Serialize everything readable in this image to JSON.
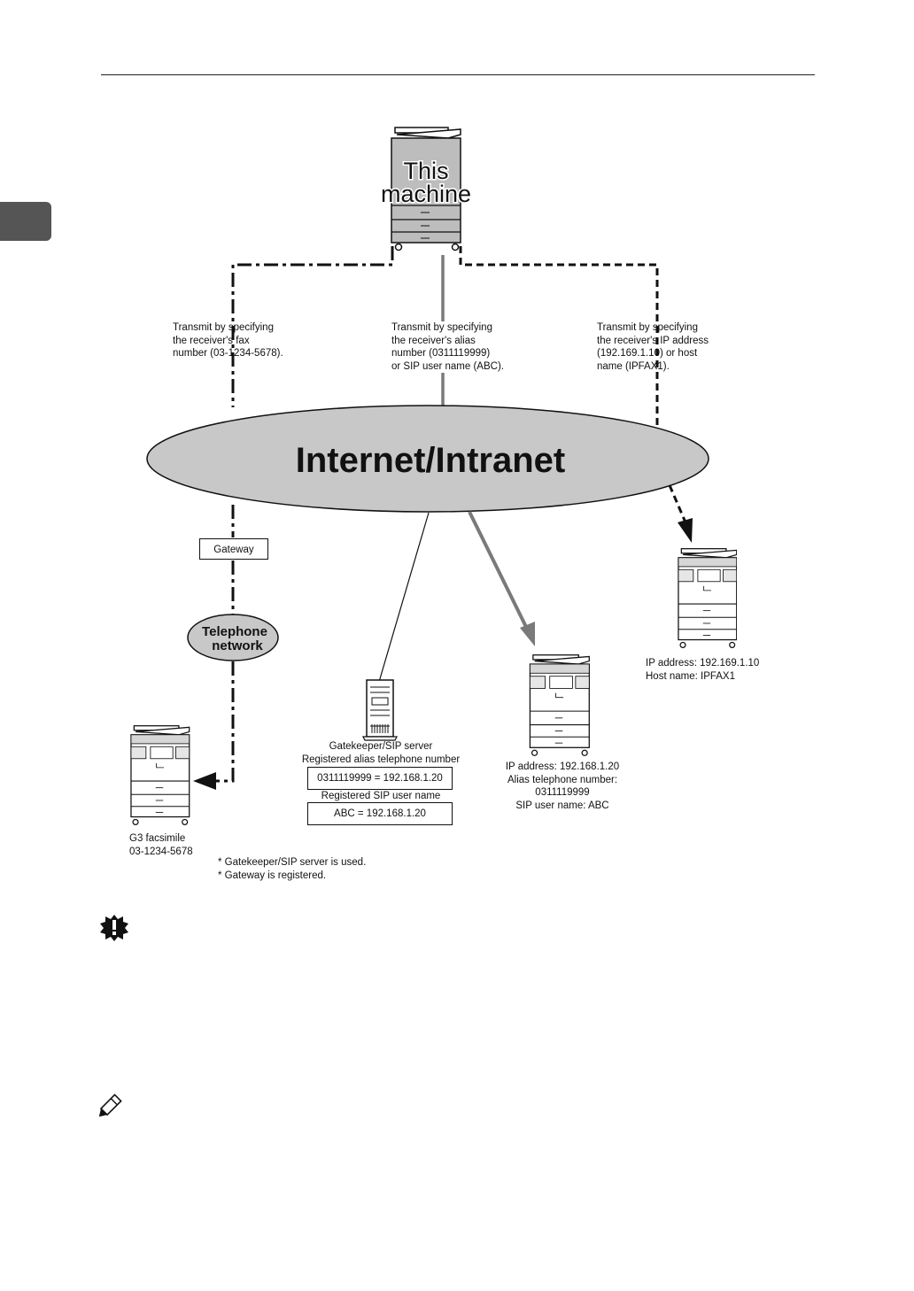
{
  "diagram": {
    "this_machine_line1": "This",
    "this_machine_line2": "machine",
    "cloud_label": "Internet/Intranet",
    "telephone_line1": "Telephone",
    "telephone_line2": "network",
    "gateway": "Gateway",
    "left_desc": [
      "Transmit by specifying",
      "the receiver's fax",
      "number (03-1234-5678)."
    ],
    "center_desc": [
      "Transmit by specifying",
      "the receiver's alias",
      "number (0311119999)",
      "or SIP user name (ABC)."
    ],
    "right_desc": [
      "Transmit by specifying",
      "the receiver's IP address",
      "(192.169.1.10) or host",
      "name (IPFAX1)."
    ],
    "gatekeeper": {
      "line1": "Gatekeeper/SIP server",
      "line2": "Registered alias telephone number",
      "alias_box": "0311119999 = 192.168.1.20",
      "sip_label": "Registered SIP user name",
      "sip_box": "ABC = 192.168.1.20"
    },
    "g3": [
      "G3 facsimile",
      "03-1234-5678"
    ],
    "center_recv": [
      "IP address: 192.168.1.20",
      "Alias telephone number:",
      "0311119999",
      "SIP user name: ABC"
    ],
    "right_recv": [
      "IP address: 192.169.1.10",
      "Host name: IPFAX1"
    ],
    "notes": [
      "* Gatekeeper/SIP server is used.",
      "* Gateway is registered."
    ]
  },
  "colors": {
    "cloud": "#c8c8c8",
    "gray_line": "#7a7a7a",
    "side_tab": "#555555"
  },
  "icons": [
    "important-icon",
    "note-pencil-icon"
  ]
}
